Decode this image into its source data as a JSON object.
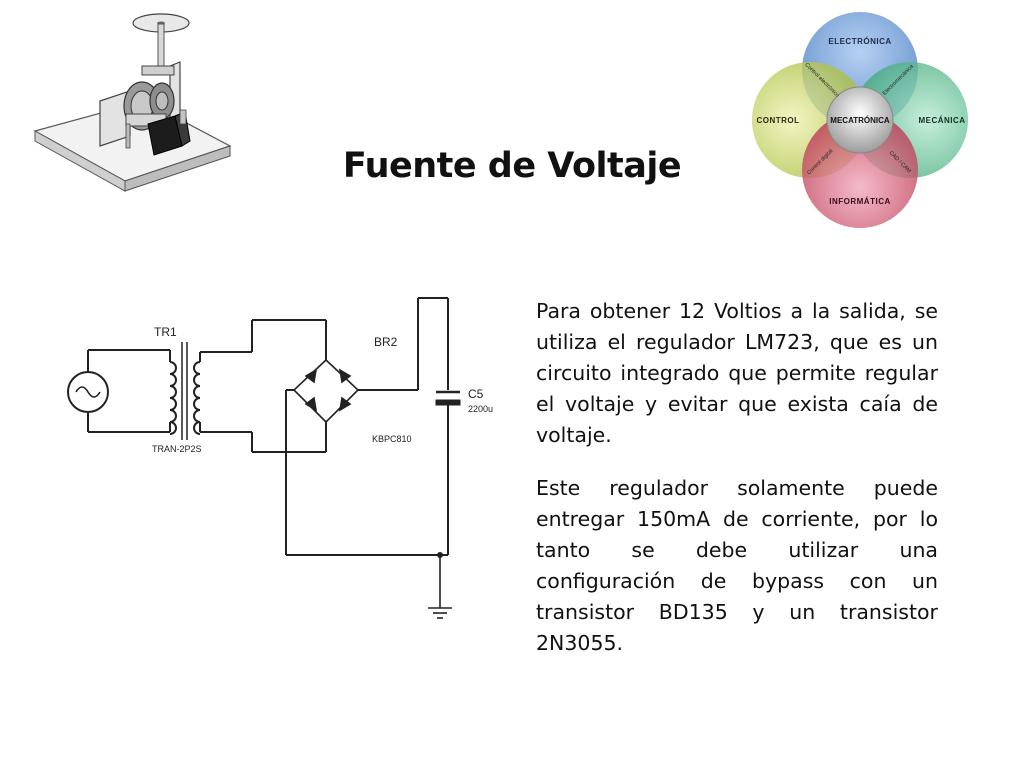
{
  "slide": {
    "title": "Fuente de Voltaje",
    "paragraphs": [
      "Para obtener 12 Voltios a la salida, se utiliza el regulador LM723, que es un circuito integrado que permite regular el voltaje y evitar que exista caía de voltaje.",
      "Este regulador solamente puede entregar 150mA de corriente,  por lo tanto se debe utilizar una configuración de bypass con un transistor BD135 y un transistor 2N3055."
    ]
  },
  "venn": {
    "center": "MECATRÓNICA",
    "top": "ELECTRÓNICA",
    "left": "CONTROL",
    "right": "MECÁNICA",
    "bottom": "INFORMÁTICA",
    "overlap_top_left": "Control electrónico",
    "overlap_top_right": "Electromecánica",
    "overlap_bottom_left": "Control digital",
    "overlap_bottom_right": "CAD / CAM",
    "colors": {
      "top": "#6f9fd8",
      "left": "#c9d86a",
      "right": "#6fc6a0",
      "bottom": "#d4607a",
      "center": "#c9c9c9"
    }
  },
  "circuit": {
    "transformer_ref": "TR1",
    "transformer_part": "TRAN-2P2S",
    "bridge_ref": "BR2",
    "bridge_part": "KBPC810",
    "capacitor_ref": "C5",
    "capacitor_value": "2200u"
  }
}
